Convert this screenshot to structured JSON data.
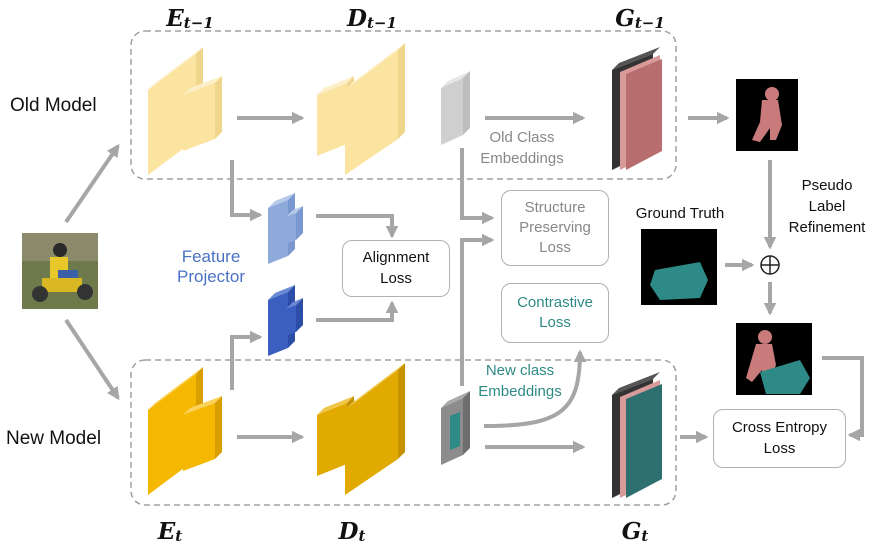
{
  "headings": {
    "e_prev": {
      "base": "E",
      "sub": "t−1"
    },
    "d_prev": {
      "base": "D",
      "sub": "t−1"
    },
    "g_prev": {
      "base": "G",
      "sub": "t−1"
    },
    "e_cur": {
      "base": "E",
      "sub": "t"
    },
    "d_cur": {
      "base": "D",
      "sub": "t"
    },
    "g_cur": {
      "base": "G",
      "sub": "t"
    }
  },
  "models": {
    "old": "Old Model",
    "new": "New Model"
  },
  "labels": {
    "feature_projector": "Feature\nProjector",
    "old_class_embeddings": "Old Class\nEmbeddings",
    "new_class_embeddings": "New class\nEmbeddings",
    "ground_truth": "Ground Truth",
    "pseudo_label_refinement": "Pseudo Label\nRefinement",
    "plus_symbol": "⊕"
  },
  "boxes": {
    "alignment_loss": "Alignment\nLoss",
    "structure_preserving_loss": "Structure\nPreserving\nLoss",
    "contrastive_loss": "Contrastive\nLoss",
    "cross_entropy_loss": "Cross Entropy\nLoss"
  },
  "colors": {
    "old_encoder": "#fbe3a0",
    "new_encoder": "#f5b800",
    "projector_light": "#8eaadb",
    "projector_dark": "#3b5fc0",
    "old_embedding": "#cfcfcf",
    "new_embedding": "#8c8c8c",
    "old_output": "#b86e6e",
    "new_output": "#2e7070",
    "arrow": "#a6a6a6",
    "teal_text": "#2e8a86",
    "blue_text": "#4a72c4"
  }
}
